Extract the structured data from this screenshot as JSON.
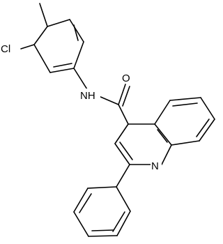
{
  "atoms": {
    "chloro": "Cl",
    "amide_nh": "NH",
    "carbonyl_o": "O",
    "ring_n": "N"
  },
  "colors": {
    "bond": "#000000",
    "background": "#ffffff"
  }
}
